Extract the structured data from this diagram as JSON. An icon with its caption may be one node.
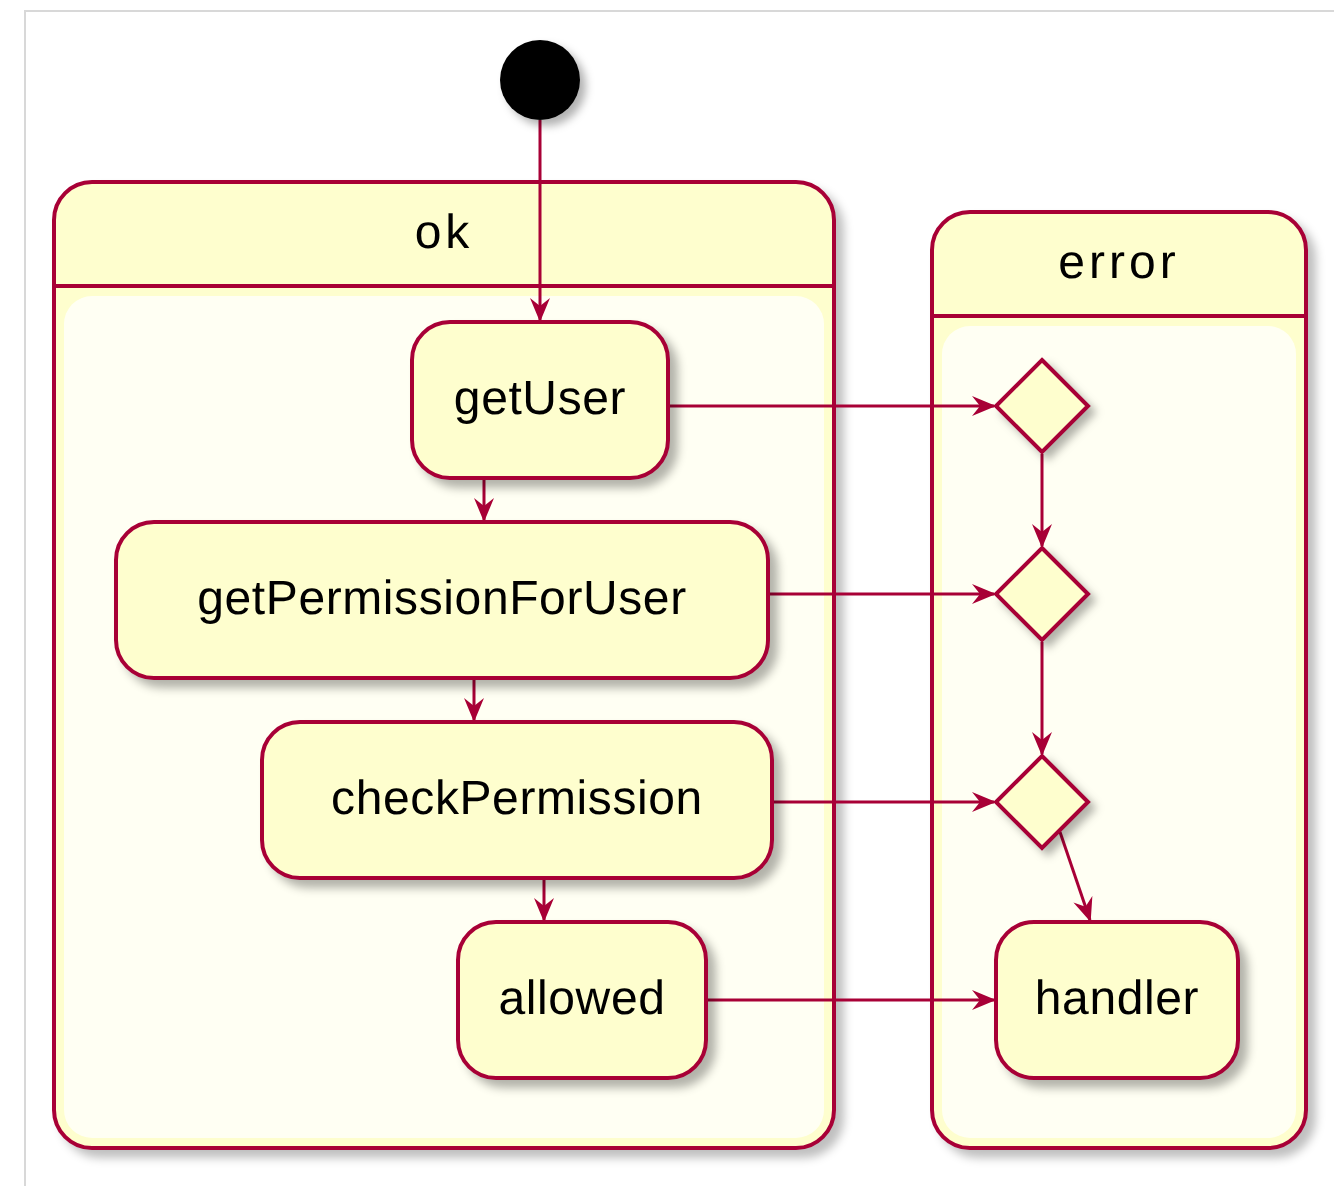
{
  "diagram": {
    "nodes": [
      {
        "text": [],
        "shape": "circle"
      },
      {
        "text": [
          "ok"
        ]
      },
      {
        "text": [
          "getUser"
        ],
        "in": 1
      },
      {
        "text": [
          "getPermissionForUser"
        ],
        "in": 1
      },
      {
        "text": [
          "checkPermission"
        ],
        "in": 1
      },
      {
        "text": [
          "allowed"
        ],
        "in": 1
      },
      {
        "text": [
          "error"
        ]
      },
      {
        "text": [],
        "shape": "diamond",
        "in": 6
      },
      {
        "text": [],
        "shape": "diamond",
        "in": 6
      },
      {
        "text": [],
        "shape": "diamond",
        "in": 6
      },
      {
        "text": [
          "handler"
        ],
        "in": 6
      }
    ],
    "edges": [
      {
        "from": 0,
        "to": 2,
        "arrow": "to"
      },
      {
        "from": 2,
        "to": 3,
        "arrow": "to"
      },
      {
        "from": 3,
        "to": 4,
        "arrow": "to"
      },
      {
        "from": 4,
        "to": 5,
        "arrow": "to"
      },
      {
        "from": 2,
        "to": 7,
        "arrow": "to"
      },
      {
        "from": 3,
        "to": 8,
        "arrow": "to"
      },
      {
        "from": 4,
        "to": 9,
        "arrow": "to"
      },
      {
        "from": 5,
        "to": 10,
        "arrow": "to"
      },
      {
        "from": 7,
        "to": 8,
        "arrow": "to"
      },
      {
        "from": 8,
        "to": 9,
        "arrow": "to"
      },
      {
        "from": 9,
        "to": 10,
        "arrow": "to"
      }
    ]
  }
}
